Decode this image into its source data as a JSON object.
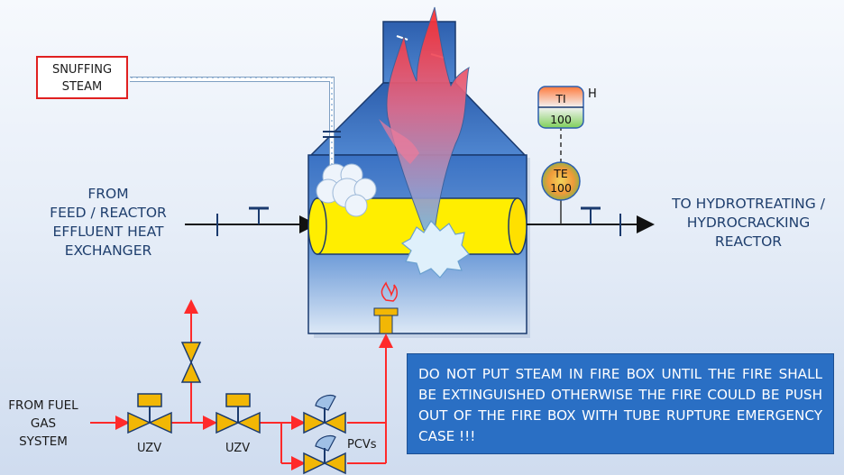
{
  "labels": {
    "snuffing_steam": [
      "SNUFFING",
      "STEAM"
    ],
    "from_feed": [
      "FROM",
      "FEED / REACTOR",
      "EFFLUENT HEAT",
      "EXCHANGER"
    ],
    "to_reactor": [
      "TO HYDROTREATING /",
      "HYDROCRACKING",
      "REACTOR"
    ],
    "from_fuel_gas": [
      "FROM FUEL",
      "GAS",
      "SYSTEM"
    ],
    "uzv_1": "UZV",
    "uzv_2": "UZV",
    "pcvs": "PCVs",
    "ti_tag": "TI",
    "ti_value": "100",
    "ti_alarm": "H",
    "te_tag": "TE",
    "te_value": "100"
  },
  "warning": {
    "text": "DO NOT PUT STEAM IN FIRE BOX UNTIL THE FIRE SHALL BE EXTINGUISHED OTHERWISE THE FIRE COULD BE PUSH OUT OF THE FIRE BOX WITH TUBE RUPTURE EMERGENCY CASE !!!"
  },
  "colors": {
    "fuel_line": "#ff2a2a",
    "process_line": "#111111",
    "heater_blue": "#3f78c8",
    "tube_yellow": "#ffee00",
    "valve_body": "#f2b705",
    "valve_outline": "#1a3a6e",
    "warning_bg": "#2a6fc4"
  }
}
